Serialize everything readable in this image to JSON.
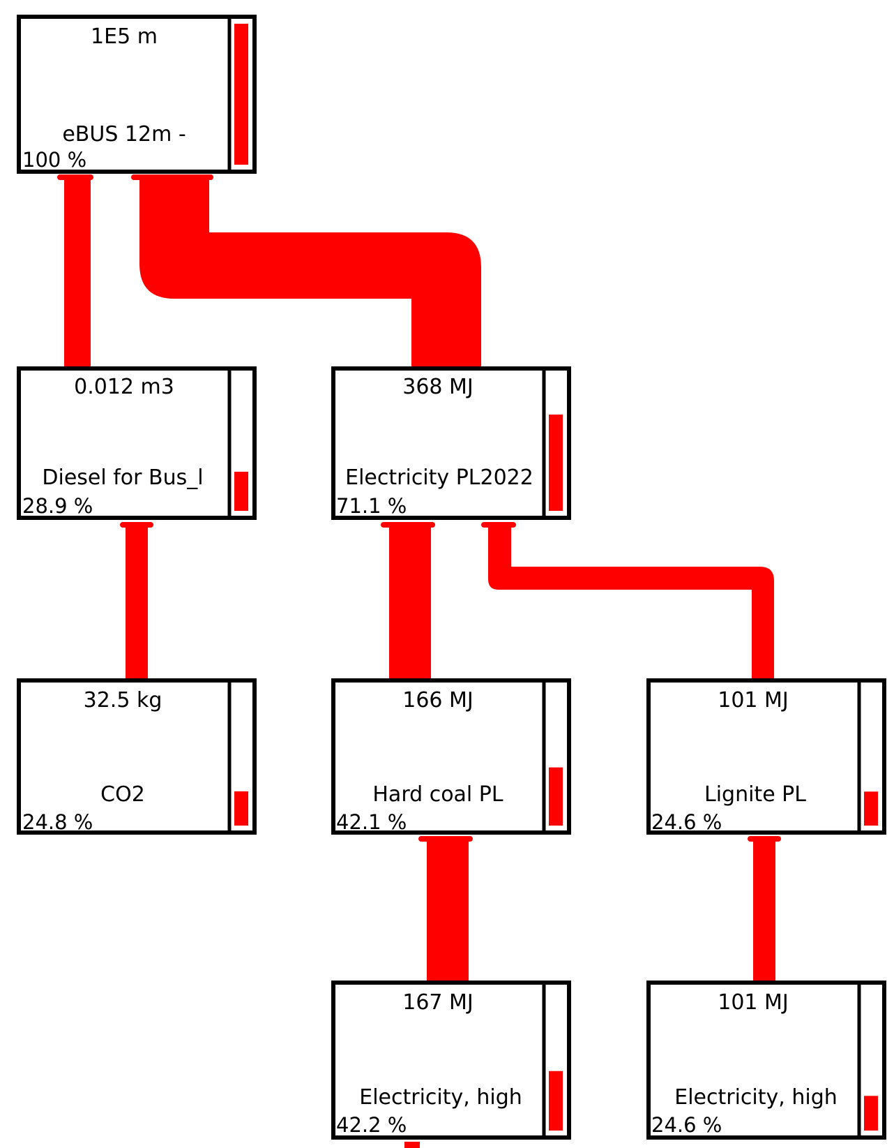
{
  "colors": {
    "flow": "#ff0000",
    "border": "#000000",
    "bar": "#ff0000"
  },
  "nodes": [
    {
      "id": "ebus",
      "amount": "1E5 m",
      "name": "eBUS 12m -",
      "percent": "100 %",
      "share": 1.0
    },
    {
      "id": "diesel",
      "amount": "0.012 m3",
      "name": "Diesel for Bus_l",
      "percent": "28.9 %",
      "share": 0.289
    },
    {
      "id": "electricity-pl2022",
      "amount": "368 MJ",
      "name": "Electricity PL2022",
      "percent": "71.1 %",
      "share": 0.711
    },
    {
      "id": "co2",
      "amount": "32.5 kg",
      "name": "CO2",
      "percent": "24.8 %",
      "share": 0.248
    },
    {
      "id": "hard-coal",
      "amount": "166 MJ",
      "name": "Hard coal PL",
      "percent": "42.1 %",
      "share": 0.421
    },
    {
      "id": "lignite",
      "amount": "101 MJ",
      "name": "Lignite PL",
      "percent": "24.6 %",
      "share": 0.246
    },
    {
      "id": "electricity-high-1",
      "amount": "167 MJ",
      "name": "Electricity, high",
      "percent": "42.2 %",
      "share": 0.422
    },
    {
      "id": "electricity-high-2",
      "amount": "101 MJ",
      "name": "Electricity, high",
      "percent": "24.6 %",
      "share": 0.246
    }
  ],
  "flows": [
    {
      "from": "diesel",
      "to": "ebus",
      "share": 0.289
    },
    {
      "from": "electricity-pl2022",
      "to": "ebus",
      "share": 0.711
    },
    {
      "from": "co2",
      "to": "diesel",
      "share": 0.248
    },
    {
      "from": "hard-coal",
      "to": "electricity-pl2022",
      "share": 0.421
    },
    {
      "from": "lignite",
      "to": "electricity-pl2022",
      "share": 0.246
    },
    {
      "from": "electricity-high-1",
      "to": "hard-coal",
      "share": 0.422
    },
    {
      "from": "electricity-high-2",
      "to": "lignite",
      "share": 0.246
    }
  ]
}
